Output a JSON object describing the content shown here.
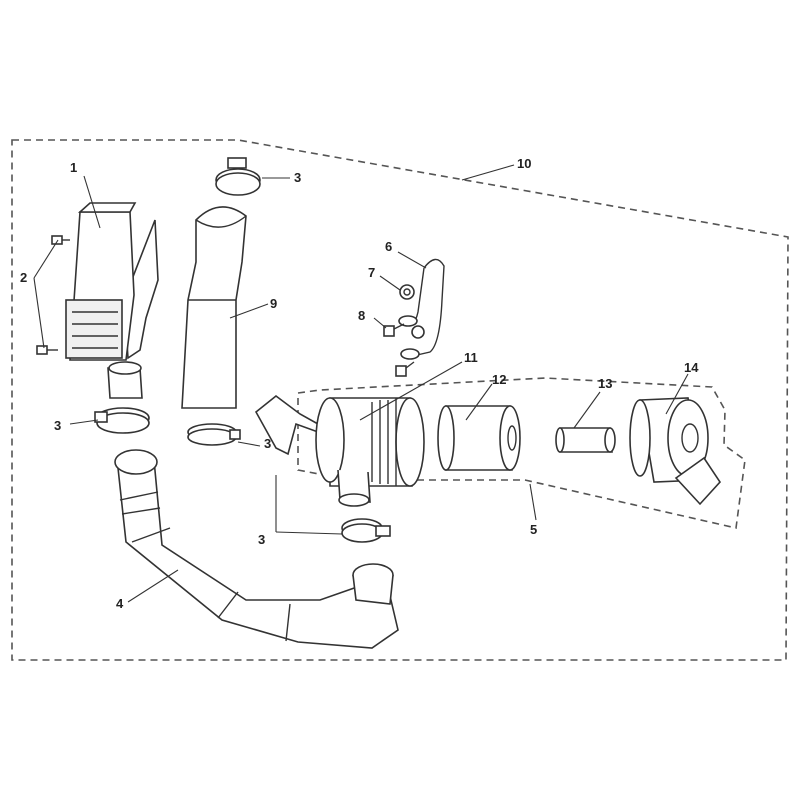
{
  "callouts": [
    "1",
    "2",
    "3",
    "3",
    "3",
    "3",
    "4",
    "5",
    "6",
    "7",
    "8",
    "9",
    "10",
    "11",
    "12",
    "13",
    "14"
  ],
  "colors": {
    "line": "#333333",
    "dash": "#555555",
    "shade": "#f0f0f0"
  }
}
